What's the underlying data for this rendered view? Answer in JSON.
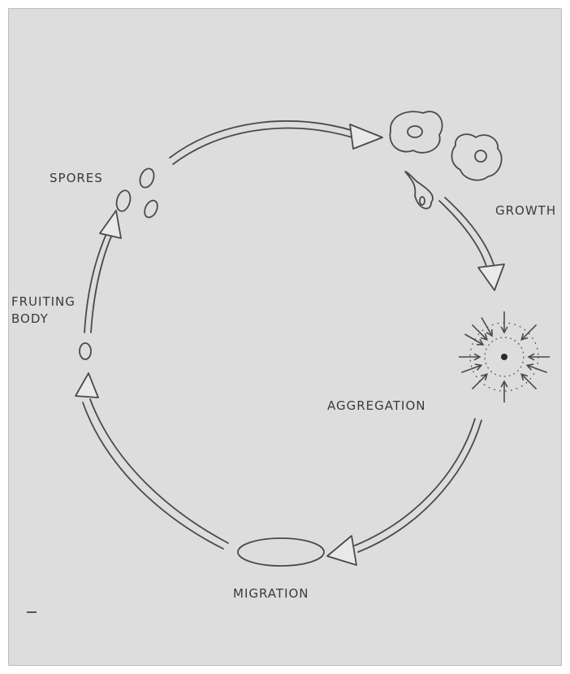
{
  "diagram": {
    "stages": {
      "spores": "SPORES",
      "growth": "GROWTH",
      "aggregation": "AGGREGATION",
      "migration": "MIGRATION",
      "fruiting_body_line1": "FRUITING",
      "fruiting_body_line2": "BODY"
    }
  }
}
